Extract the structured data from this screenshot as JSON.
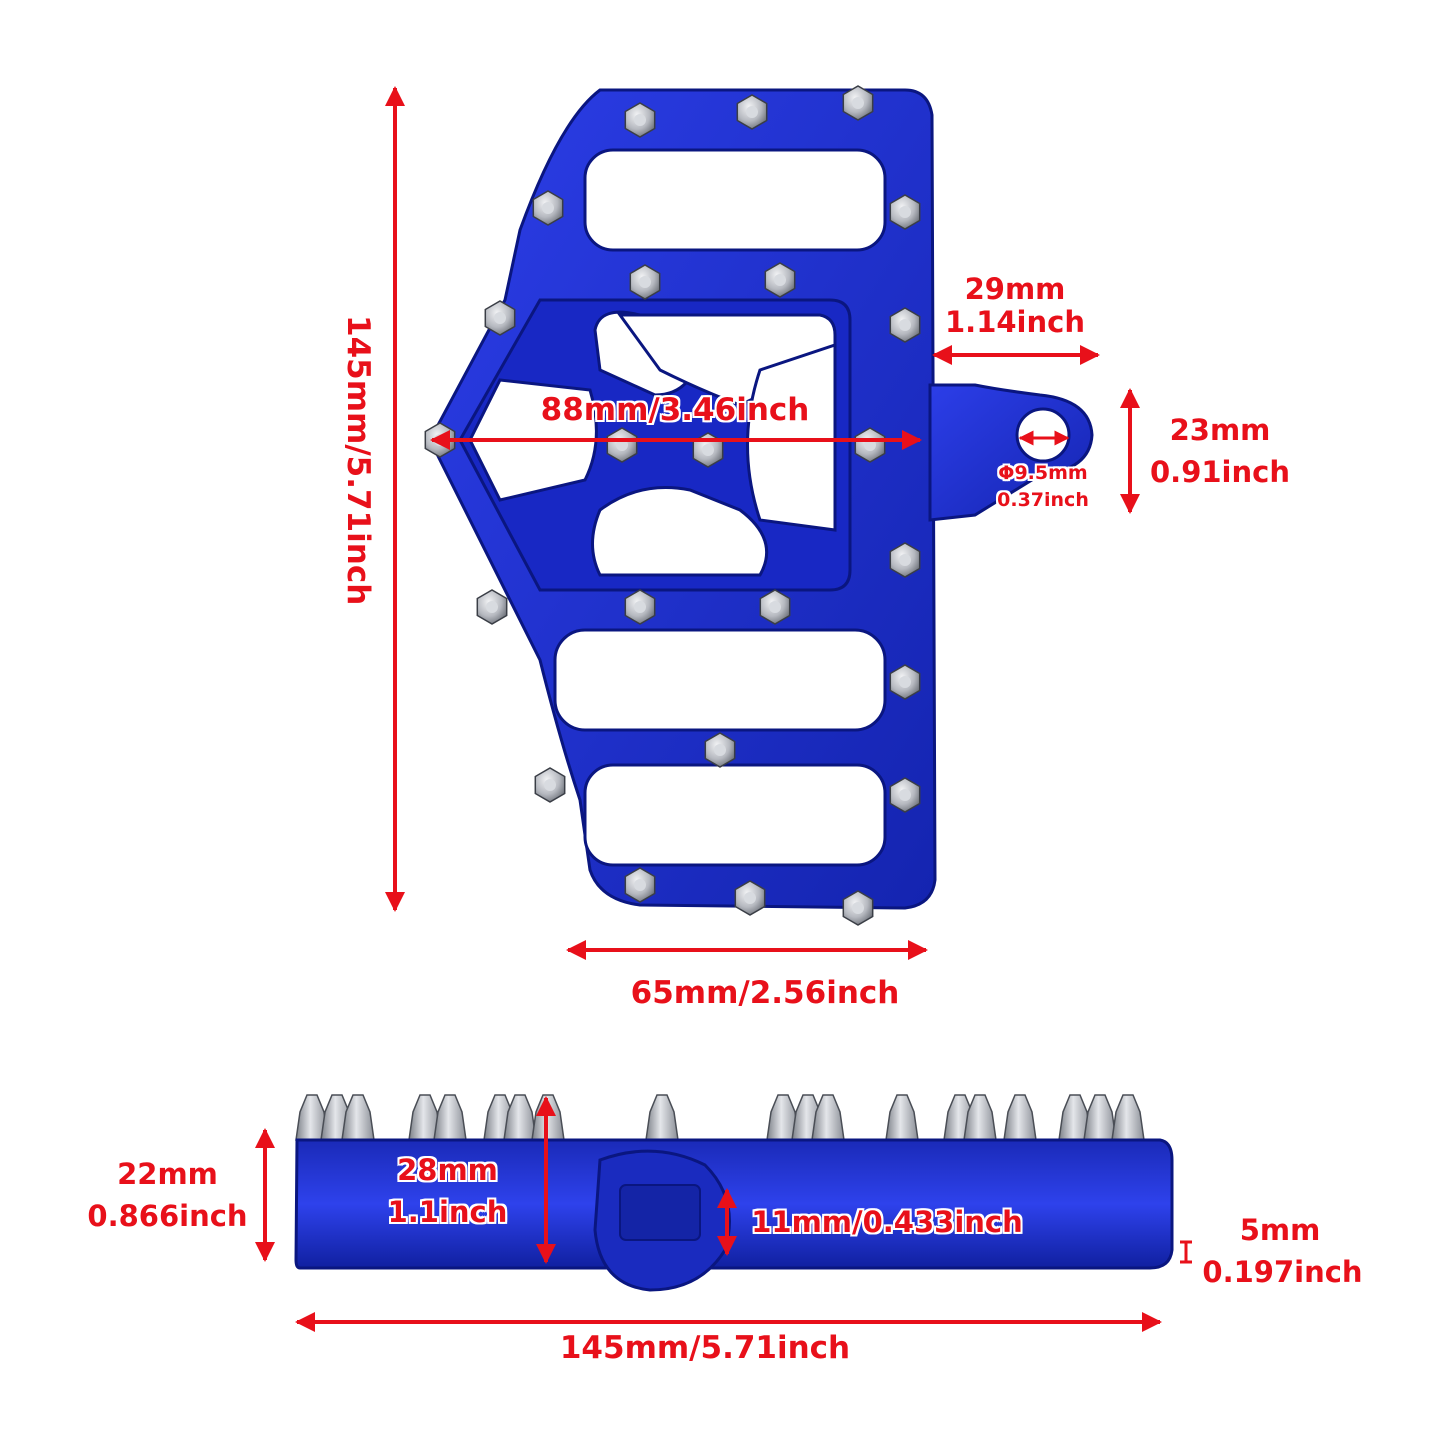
{
  "colors": {
    "dimension": "#e8101a",
    "body_blue": "#1f2fd0",
    "body_dark": "#0d1a8c",
    "spike_silver": "#b9bcc2"
  },
  "top_view": {
    "height_label": "145mm/5.71inch",
    "width_label": "65mm/2.56inch",
    "span_label": "88mm/3.46inch",
    "mount_offset": {
      "mm": "29mm",
      "inch": "1.14inch"
    },
    "mount_height": {
      "mm": "23mm",
      "inch": "0.91inch"
    },
    "hole_diameter": {
      "mm": "Φ9.5mm",
      "inch": "0.37inch"
    }
  },
  "side_view": {
    "length_label": "145mm/5.71inch",
    "body_height": {
      "mm": "22mm",
      "inch": "0.866inch"
    },
    "total_height": {
      "mm": "28mm",
      "inch": "1.1inch"
    },
    "mount_height_label": "11mm/0.433inch",
    "lip": {
      "mm": "5mm",
      "inch": "0.197inch"
    }
  }
}
